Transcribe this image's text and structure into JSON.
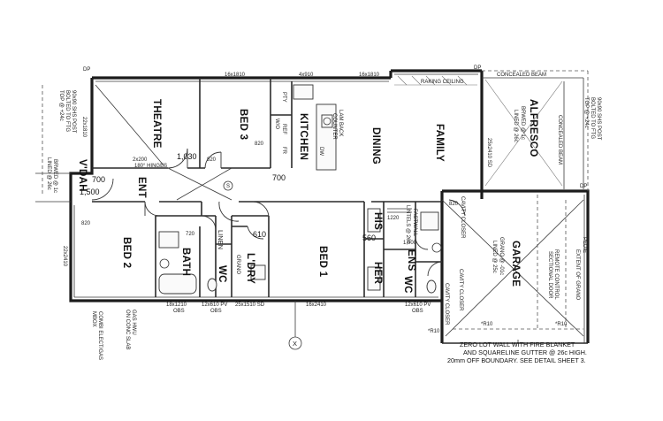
{
  "rooms": {
    "theatre": "THEATRE",
    "bed3": "BED 3",
    "kitchen": "KITCHEN",
    "dining": "DINING",
    "family": "FAMILY",
    "alfresco": "ALFRESCO",
    "vdah": "V'DAH",
    "ent": "ENT",
    "bed2": "BED 2",
    "bath": "BATH",
    "wc1": "WC",
    "linen": "LINEN",
    "ldry": "L'DRY",
    "bed1": "BED 1",
    "his": "HIS",
    "her": "HER",
    "ens": "ENS",
    "wc2": "WC",
    "garage": "GARAGE"
  },
  "windows": {
    "top1": "16x1810",
    "top2": "4x910",
    "top3": "16x1810",
    "theatre_side": "22x1810",
    "bed2_side": "22x2410",
    "bot1": "18x1210",
    "bot1_obs": "OBS",
    "bot2": "12x610 PV",
    "bot2_obs": "OBS",
    "bot3": "25x1510 SD",
    "bot4": "16x2410",
    "bot5": "12x610 PV",
    "bot5_obs": "OBS",
    "family_sd": "25x2410 SD"
  },
  "dimensions": {
    "d1030": "1,030",
    "d700a": "700",
    "d1500": "1,500",
    "d700b": "700",
    "d610": "610",
    "d560": "560",
    "d1220": "1220",
    "d1000": "1,000"
  },
  "notes": {
    "raking_ceiling": "RAKING CEILING",
    "concealed_beam": "CONCEALED BEAM",
    "concealed_beam_v": "CONCEALED BEAM",
    "alfresco_brick": "BRWED @ 1c",
    "alfresco_lined": "LINED @ 26c",
    "post_right_1": "90x90 SHS POST",
    "post_right_2": "BOLTED TO FTG",
    "post_right_3": "TOP @ +24c",
    "post_left_1": "90x90 SHS POST",
    "post_left_2": "BOLTED TO FTG",
    "post_left_3": "TOP @ +24c",
    "vdah_brick": "BRWED @ 1c",
    "vdah_lined": "LINED @ 26c",
    "hinges_1": "2x200",
    "hinges_2": "180° HINGES",
    "lam_back_1": "LAM BACK",
    "lam_back_2": "COUNTER",
    "pty": "PTY",
    "ref": "REF",
    "fr": "FR",
    "wo": "W/O",
    "dw": "DW",
    "cavity_closer_1": "CAVITY CLOSER",
    "cavity_closer_2": "CAVITY CLOSER",
    "cavity_closer_3": "CAVITY CLOSER",
    "fastwall_1": "FASTWALL",
    "fastwall_2": "LINTELS @ 26c",
    "garage_grano_1": "GRANO @ -01c",
    "garage_grano_2": "LINED @ 25c",
    "remote_1": "REMOTE CONTROL",
    "remote_2": "SECTIONAL DOOR",
    "extent_1": "EXTENT OF GRANO",
    "extent_2": "PEDIE",
    "grano": "GRANO",
    "r10a": "*R10",
    "r10b": "*R10",
    "r10c": "*R10",
    "combi_1": "COMBI ELECT/GAS",
    "combi_2": "MBOX",
    "gas_1": "GAS HWU",
    "gas_2": "ON CONC SLAB",
    "dp": "DP",
    "code820": "820",
    "code720": "720"
  },
  "footnote": {
    "line1": "ZERO LOT WALL WITH FIRE BLANKET",
    "line2": "AND SQUARELINE GUTTER @ 26c HIGH.",
    "line3": "20mm OFF BOUNDARY. SEE DETAIL SHEET 3."
  },
  "markers": {
    "north": "X",
    "section": "S"
  }
}
